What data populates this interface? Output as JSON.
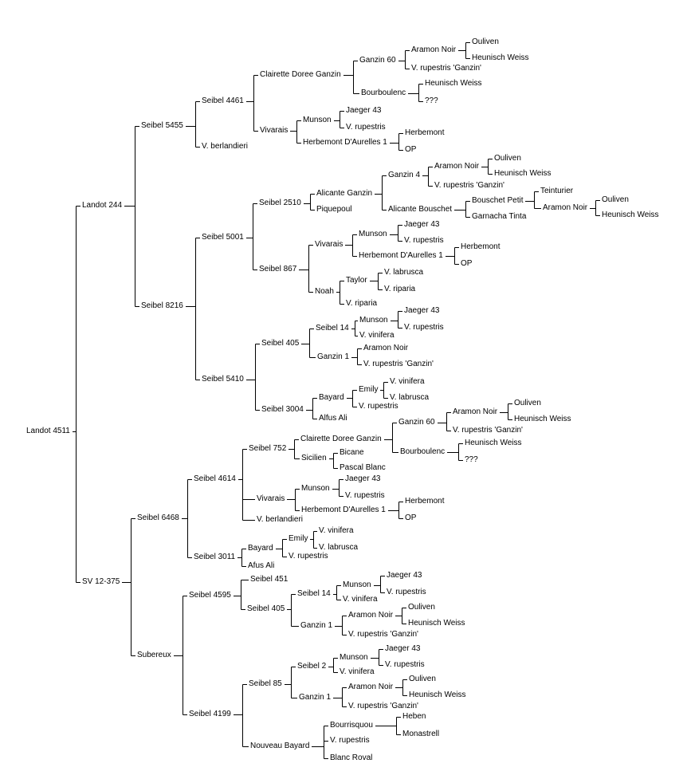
{
  "tree": {
    "label": "Landot 4511",
    "children": [
      {
        "label": "Landot 244",
        "children": [
          {
            "label": "Seibel 5455",
            "children": [
              {
                "label": "Seibel 4461",
                "children": [
                  {
                    "label": "Clairette Doree Ganzin",
                    "children": [
                      {
                        "label": "Ganzin 60",
                        "children": [
                          {
                            "label": "Aramon Noir",
                            "children": [
                              {
                                "label": "Ouliven"
                              },
                              {
                                "label": "Heunisch Weiss"
                              }
                            ]
                          },
                          {
                            "label": "V. rupestris 'Ganzin'"
                          }
                        ]
                      },
                      {
                        "label": "Bourboulenc",
                        "children": [
                          {
                            "label": "Heunisch Weiss"
                          },
                          {
                            "label": "???"
                          }
                        ]
                      }
                    ]
                  },
                  {
                    "label": "Vivarais",
                    "children": [
                      {
                        "label": "Munson",
                        "children": [
                          {
                            "label": "Jaeger 43"
                          },
                          {
                            "label": "V. rupestris"
                          }
                        ]
                      },
                      {
                        "label": "Herbemont D'Aurelles 1",
                        "children": [
                          {
                            "label": "Herbemont"
                          },
                          {
                            "label": "OP"
                          }
                        ]
                      }
                    ]
                  }
                ]
              },
              {
                "label": "V. berlandieri"
              }
            ]
          },
          {
            "label": "Seibel 8216",
            "children": [
              {
                "label": "Seibel 5001",
                "children": [
                  {
                    "label": "Seibel 2510",
                    "children": [
                      {
                        "label": "Alicante Ganzin",
                        "children": [
                          {
                            "label": "Ganzin 4",
                            "children": [
                              {
                                "label": "Aramon Noir",
                                "children": [
                                  {
                                    "label": "Ouliven"
                                  },
                                  {
                                    "label": "Heunisch Weiss"
                                  }
                                ]
                              },
                              {
                                "label": "V. rupestris 'Ganzin'"
                              }
                            ]
                          },
                          {
                            "label": "Alicante Bouschet",
                            "children": [
                              {
                                "label": "Bouschet Petit",
                                "children": [
                                  {
                                    "label": "Teinturier"
                                  },
                                  {
                                    "label": "Aramon Noir",
                                    "children": [
                                      {
                                        "label": "Ouliven"
                                      },
                                      {
                                        "label": "Heunisch Weiss"
                                      }
                                    ]
                                  }
                                ]
                              },
                              {
                                "label": "Garnacha Tinta"
                              }
                            ]
                          }
                        ]
                      },
                      {
                        "label": "Piquepoul"
                      }
                    ]
                  },
                  {
                    "label": "Seibel 867",
                    "children": [
                      {
                        "label": "Vivarais",
                        "children": [
                          {
                            "label": "Munson",
                            "children": [
                              {
                                "label": "Jaeger 43"
                              },
                              {
                                "label": "V. rupestris"
                              }
                            ]
                          },
                          {
                            "label": "Herbemont D'Aurelles 1",
                            "children": [
                              {
                                "label": "Herbemont"
                              },
                              {
                                "label": "OP"
                              }
                            ]
                          }
                        ]
                      },
                      {
                        "label": "Noah",
                        "children": [
                          {
                            "label": "Taylor",
                            "children": [
                              {
                                "label": "V. labrusca"
                              },
                              {
                                "label": "V. riparia"
                              }
                            ]
                          },
                          {
                            "label": "V. riparia"
                          }
                        ]
                      }
                    ]
                  }
                ]
              },
              {
                "label": "Seibel 5410",
                "children": [
                  {
                    "label": "Seibel 405",
                    "children": [
                      {
                        "label": "Seibel 14",
                        "children": [
                          {
                            "label": "Munson",
                            "children": [
                              {
                                "label": "Jaeger 43"
                              },
                              {
                                "label": "V. rupestris"
                              }
                            ]
                          },
                          {
                            "label": "V. vinifera"
                          }
                        ]
                      },
                      {
                        "label": "Ganzin 1",
                        "children": [
                          {
                            "label": "Aramon Noir"
                          },
                          {
                            "label": "V. rupestris 'Ganzin'"
                          }
                        ]
                      }
                    ]
                  },
                  {
                    "label": "Seibel 3004",
                    "children": [
                      {
                        "label": "Bayard",
                        "children": [
                          {
                            "label": "Emily",
                            "children": [
                              {
                                "label": "V. vinifera"
                              },
                              {
                                "label": "V. labrusca"
                              }
                            ]
                          },
                          {
                            "label": "V. rupestris"
                          }
                        ]
                      },
                      {
                        "label": "Alfus Ali"
                      }
                    ]
                  }
                ]
              }
            ]
          }
        ]
      },
      {
        "label": "SV 12-375",
        "children": [
          {
            "label": "Seibel 6468",
            "children": [
              {
                "label": "Seibel 4614",
                "children": [
                  {
                    "label": "Seibel 752",
                    "children": [
                      {
                        "label": "Clairette Doree Ganzin",
                        "children": [
                          {
                            "label": "Ganzin 60",
                            "children": [
                              {
                                "label": "Aramon Noir",
                                "children": [
                                  {
                                    "label": "Ouliven"
                                  },
                                  {
                                    "label": "Heunisch Weiss"
                                  }
                                ]
                              },
                              {
                                "label": "V. rupestris 'Ganzin'"
                              }
                            ]
                          },
                          {
                            "label": "Bourboulenc",
                            "children": [
                              {
                                "label": "Heunisch Weiss"
                              },
                              {
                                "label": "???"
                              }
                            ]
                          }
                        ]
                      },
                      {
                        "label": "Sicilien",
                        "children": [
                          {
                            "label": "Bicane"
                          },
                          {
                            "label": "Pascal Blanc"
                          }
                        ]
                      }
                    ]
                  },
                  {
                    "label": "Vivarais",
                    "children": [
                      {
                        "label": "Munson",
                        "children": [
                          {
                            "label": "Jaeger 43"
                          },
                          {
                            "label": "V. rupestris"
                          }
                        ]
                      },
                      {
                        "label": "Herbemont D'Aurelles 1",
                        "children": [
                          {
                            "label": "Herbemont"
                          },
                          {
                            "label": "OP"
                          }
                        ]
                      }
                    ]
                  },
                  {
                    "label": "V. berlandieri"
                  }
                ]
              },
              {
                "label": "Seibel 3011",
                "children": [
                  {
                    "label": "Bayard",
                    "children": [
                      {
                        "label": "Emily",
                        "children": [
                          {
                            "label": "V. vinifera"
                          },
                          {
                            "label": "V. labrusca"
                          }
                        ]
                      },
                      {
                        "label": "V. rupestris"
                      }
                    ]
                  },
                  {
                    "label": "Afus Ali"
                  }
                ]
              }
            ]
          },
          {
            "label": "Subereux",
            "children": [
              {
                "label": "Seibel 4595",
                "children": [
                  {
                    "label": "Seibel 451"
                  },
                  {
                    "label": "Seibel 405",
                    "children": [
                      {
                        "label": "Seibel 14",
                        "children": [
                          {
                            "label": "Munson",
                            "children": [
                              {
                                "label": "Jaeger 43"
                              },
                              {
                                "label": "V. rupestris"
                              }
                            ]
                          },
                          {
                            "label": "V. vinifera"
                          }
                        ]
                      },
                      {
                        "label": "Ganzin 1",
                        "children": [
                          {
                            "label": "Aramon Noir",
                            "children": [
                              {
                                "label": "Ouliven"
                              },
                              {
                                "label": "Heunisch Weiss"
                              }
                            ]
                          },
                          {
                            "label": "V. rupestris 'Ganzin'"
                          }
                        ]
                      }
                    ]
                  }
                ]
              },
              {
                "label": "Seibel 4199",
                "children": [
                  {
                    "label": "Seibel 85",
                    "children": [
                      {
                        "label": "Seibel 2",
                        "children": [
                          {
                            "label": "Munson",
                            "children": [
                              {
                                "label": "Jaeger 43"
                              },
                              {
                                "label": "V. rupestris"
                              }
                            ]
                          },
                          {
                            "label": "V. vinifera"
                          }
                        ]
                      },
                      {
                        "label": "Ganzin 1",
                        "children": [
                          {
                            "label": "Aramon Noir",
                            "children": [
                              {
                                "label": "Ouliven"
                              },
                              {
                                "label": "Heunisch Weiss"
                              }
                            ]
                          },
                          {
                            "label": "V. rupestris 'Ganzin'"
                          }
                        ]
                      }
                    ]
                  },
                  {
                    "label": "Nouveau Bayard",
                    "children": [
                      {
                        "label": "Bourrisquou",
                        "children": [
                          {
                            "label": "Heben"
                          },
                          {
                            "label": "Monastrell"
                          }
                        ]
                      },
                      {
                        "label": "V. rupestris"
                      },
                      {
                        "label": "Blanc Roval"
                      }
                    ]
                  }
                ]
              }
            ]
          }
        ]
      }
    ]
  }
}
